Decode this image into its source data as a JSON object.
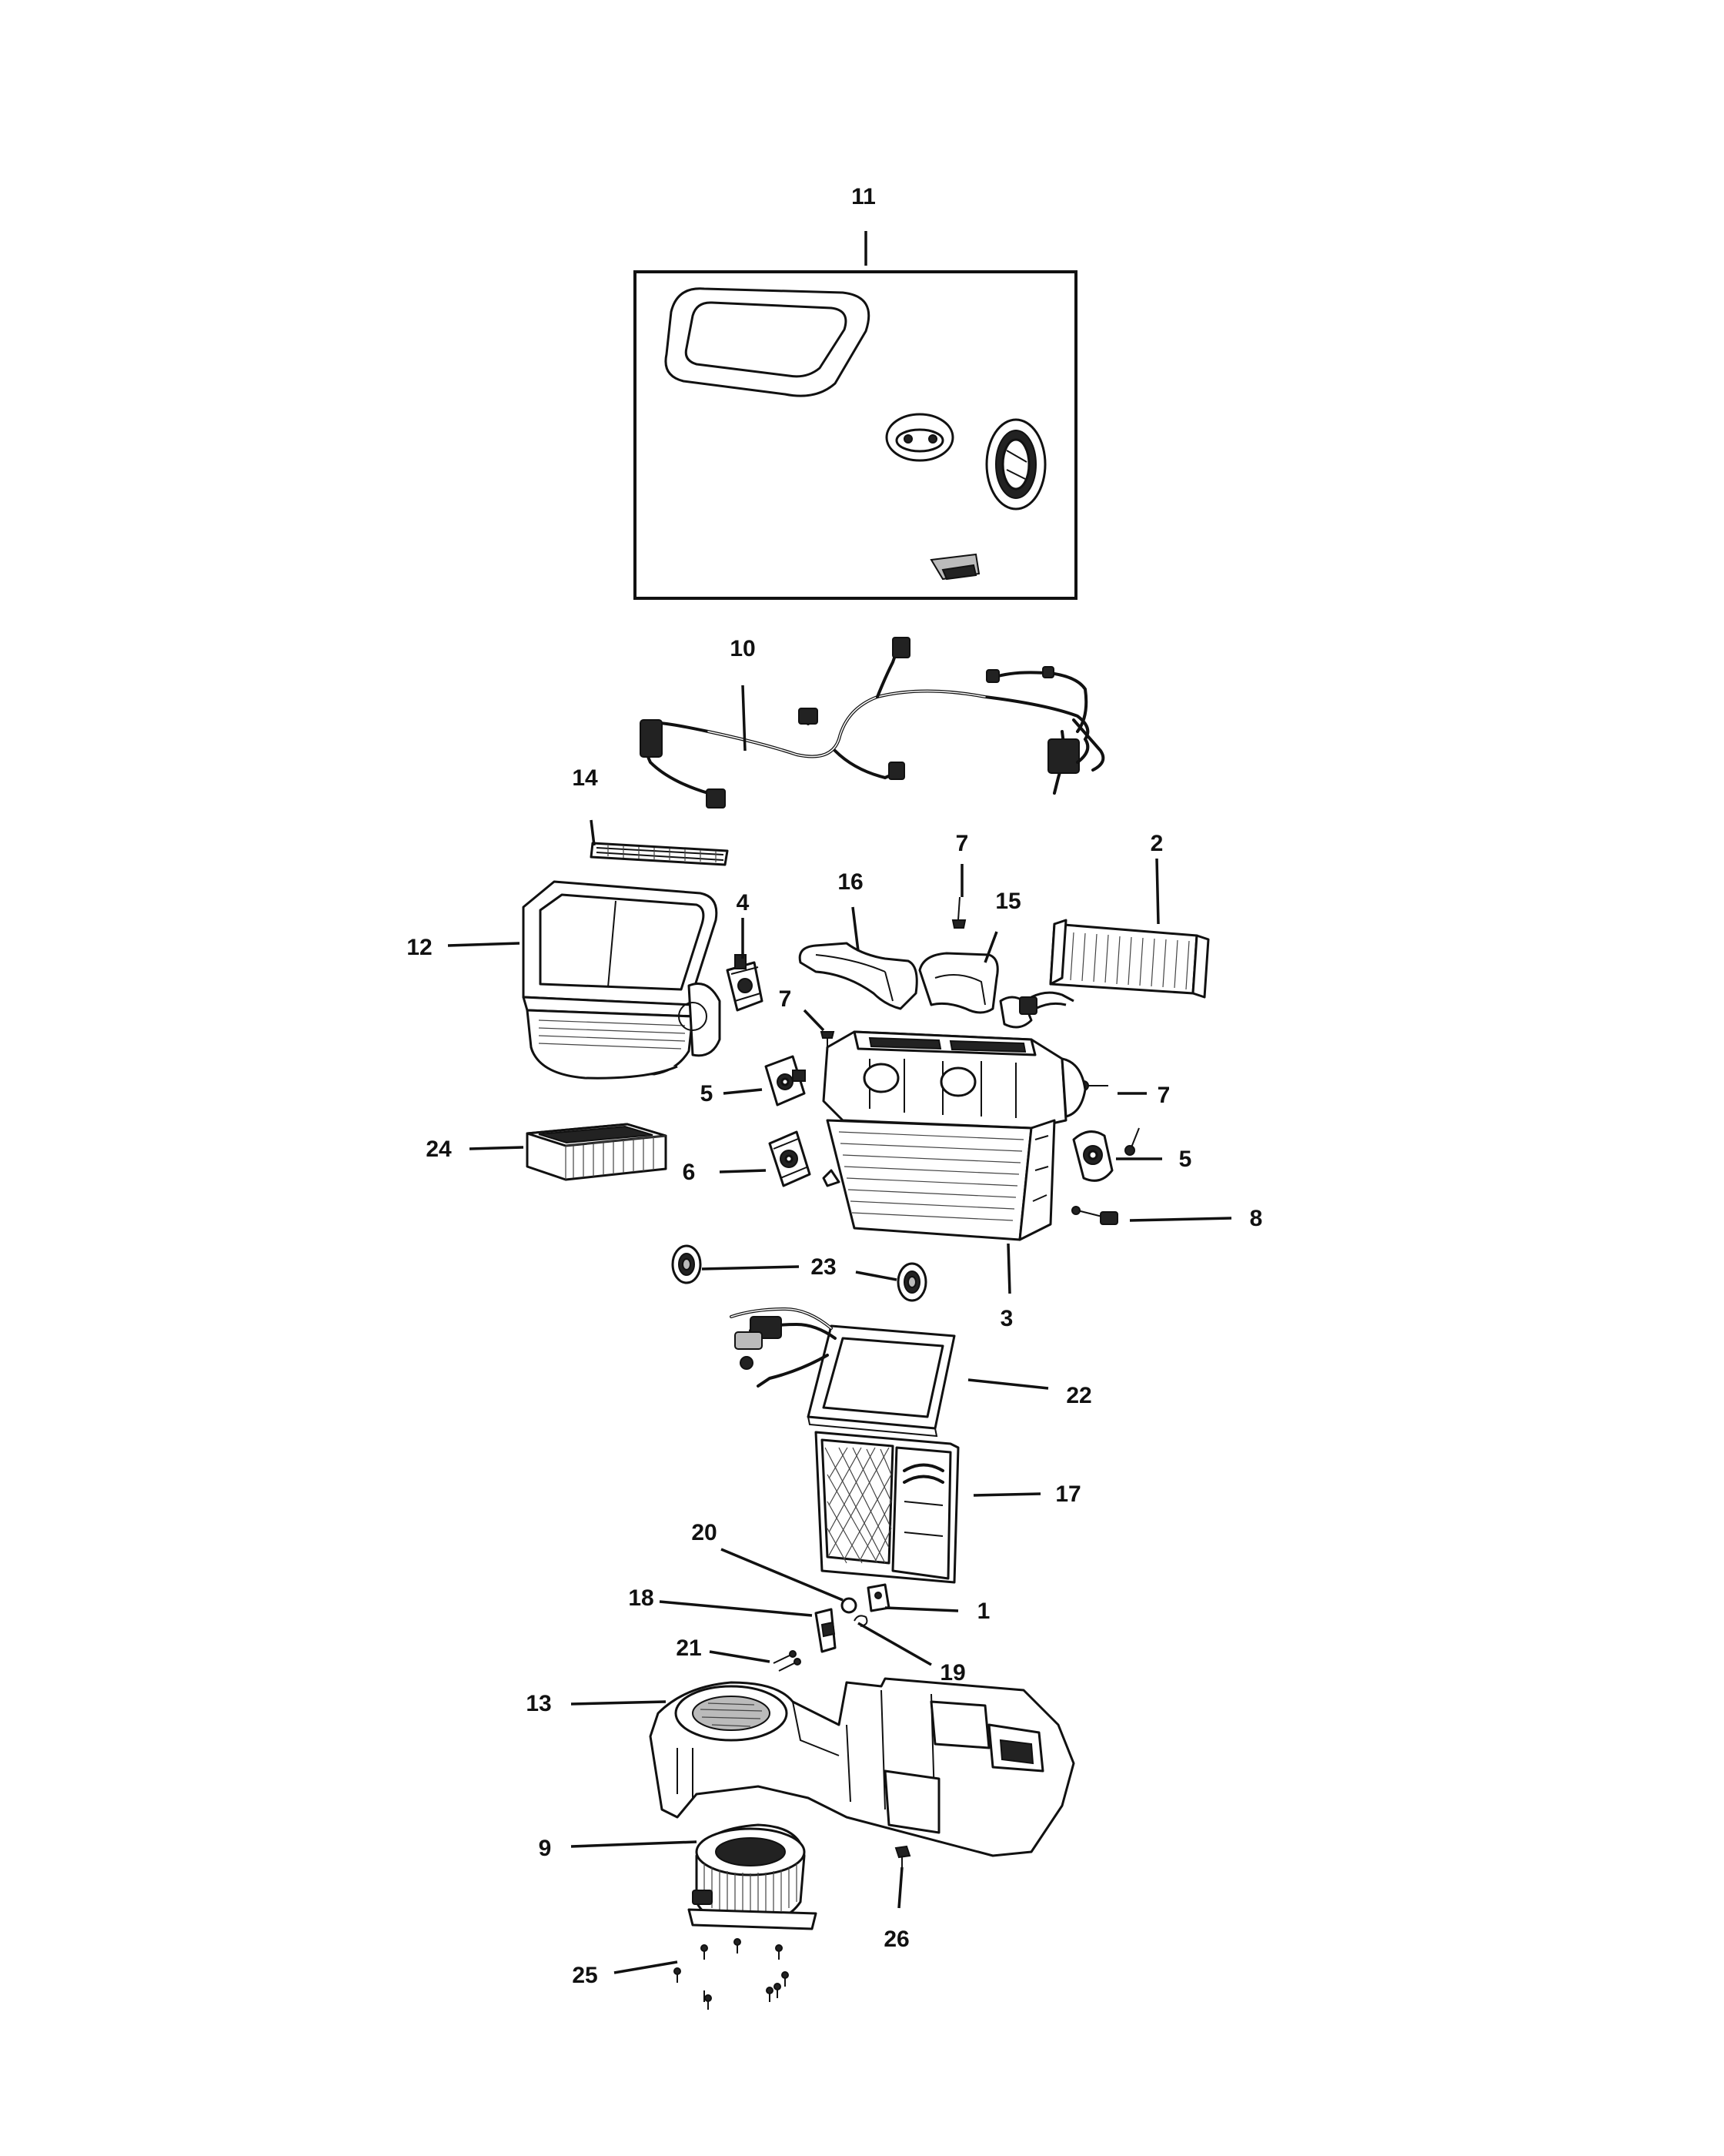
{
  "callouts": {
    "c1": "1",
    "c2": "2",
    "c3": "3",
    "c4": "4",
    "c5a": "5",
    "c5b": "5",
    "c6": "6",
    "c7a": "7",
    "c7b": "7",
    "c7c": "7",
    "c8": "8",
    "c9": "9",
    "c10": "10",
    "c11": "11",
    "c12": "12",
    "c13": "13",
    "c14": "14",
    "c15": "15",
    "c16": "16",
    "c17": "17",
    "c18": "18",
    "c19": "19",
    "c20": "20",
    "c21": "21",
    "c22": "22",
    "c23": "23",
    "c24": "24",
    "c25": "25",
    "c26": "26"
  }
}
